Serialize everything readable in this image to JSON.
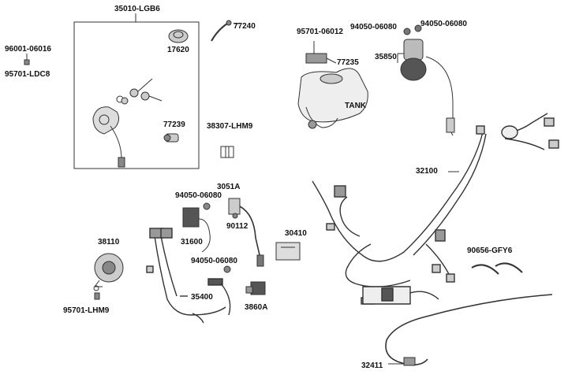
{
  "parts": {
    "p35010": "35010-LGB6",
    "p77240": "77240",
    "p96001": "96001-06016",
    "p95701_ldc8": "95701-LDC8",
    "p17620": "17620",
    "p77239": "77239",
    "p38307": "38307-LHM9",
    "p95701_06012": "95701-06012",
    "p94050_a": "94050-06080",
    "p94050_b": "94050-06080",
    "p77235": "77235",
    "p35850": "35850",
    "tank": "TANK",
    "p32100": "32100",
    "p94050_c": "94050-06080",
    "p3051a": "3051A",
    "p90112": "90112",
    "p30410": "30410",
    "p31600": "31600",
    "p94050_d": "94050-06080",
    "p38110": "38110",
    "p35400": "35400",
    "p3860a": "3860A",
    "p95701_lhm9": "95701-LHM9",
    "p90656": "90656-GFY6",
    "p32411": "32411"
  },
  "colors": {
    "ink": "#111111",
    "line": "#333333",
    "fill_gray": "#bdbdbd",
    "fill_dark": "#555555"
  }
}
